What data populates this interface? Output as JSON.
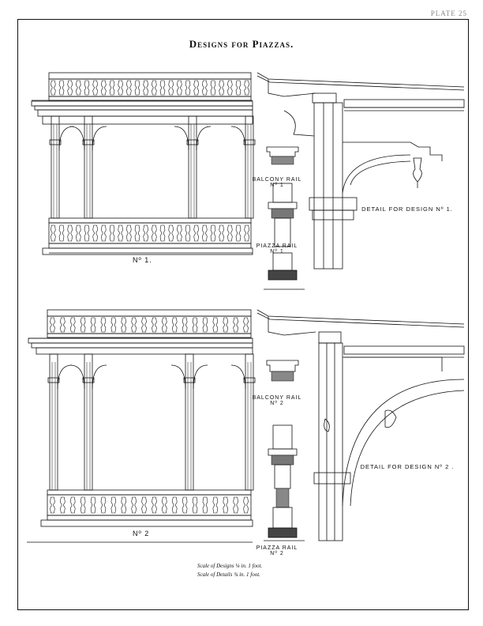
{
  "plate_number": "PLATE 25",
  "title": "Designs for Piazzas.",
  "designs": [
    {
      "number_label": "Nº 1.",
      "detail_label": "DETAIL FOR DESIGN Nº 1.",
      "balcony_rail": [
        "BALCONY RAIL",
        "Nº 1"
      ],
      "piazza_rail": [
        "PIAZZA RAIL",
        "Nº 1"
      ]
    },
    {
      "number_label": "Nº 2",
      "detail_label": "DETAIL FOR DESIGN Nº 2 .",
      "balcony_rail": [
        "BALCONY RAIL",
        "Nº 2"
      ],
      "piazza_rail": [
        "PIAZZA RAIL",
        "Nº 2"
      ]
    }
  ],
  "scale_notes": [
    "Scale of Designs ⅛ in. 1 foot.",
    "Scale of Details ¾ in. 1 foot."
  ],
  "colors": {
    "ink": "#111111",
    "paper": "#ffffff"
  }
}
